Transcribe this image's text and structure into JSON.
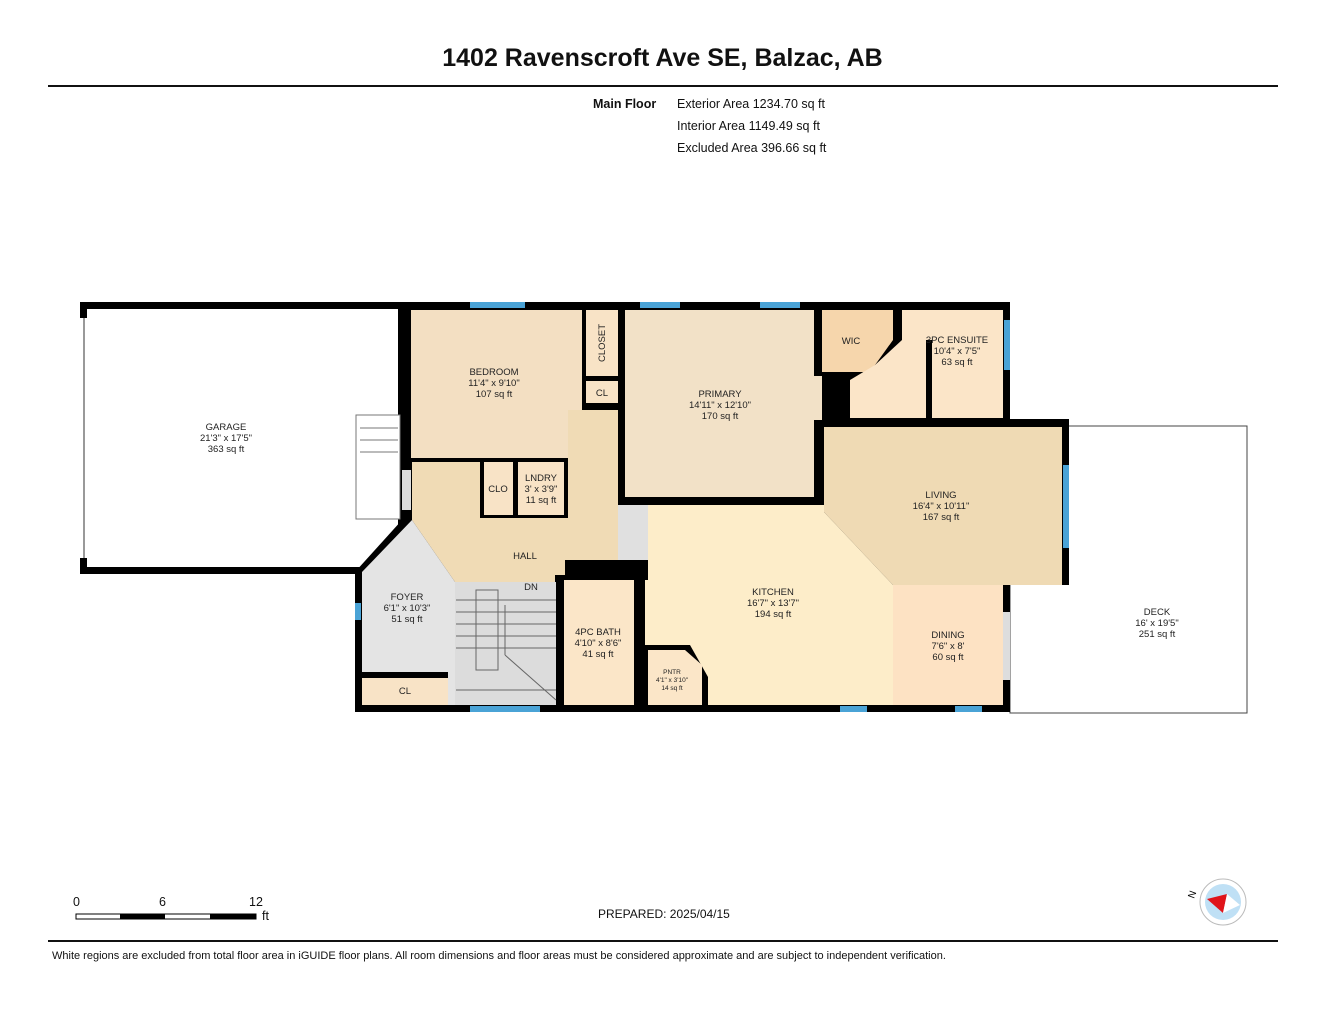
{
  "title": "1402 Ravenscroft Ave SE, Balzac, AB",
  "floor": {
    "label": "Main Floor",
    "exterior_area": "Exterior Area 1234.70 sq ft",
    "interior_area": "Interior Area 1149.49 sq ft",
    "excluded_area": "Excluded Area 396.66 sq ft"
  },
  "rooms": {
    "garage": {
      "name": "GARAGE",
      "dims": "21'3\" x 17'5\"",
      "area": "363 sq ft"
    },
    "bedroom": {
      "name": "BEDROOM",
      "dims": "11'4\" x 9'10\"",
      "area": "107 sq ft"
    },
    "closet": {
      "name": "CLOSET"
    },
    "cl_primary": {
      "name": "CL"
    },
    "primary": {
      "name": "PRIMARY",
      "dims": "14'11\" x 12'10\"",
      "area": "170 sq ft"
    },
    "wic": {
      "name": "WIC"
    },
    "ensuite": {
      "name": "3PC ENSUITE",
      "dims": "10'4\" x 7'5\"",
      "area": "63 sq ft"
    },
    "living": {
      "name": "LIVING",
      "dims": "16'4\" x 10'11\"",
      "area": "167 sq ft"
    },
    "clo": {
      "name": "CLO"
    },
    "laundry": {
      "name": "LNDRY",
      "dims": "3' x 3'9\"",
      "area": "11 sq ft"
    },
    "hall": {
      "name": "HALL"
    },
    "stairs": {
      "name": "DN"
    },
    "foyer": {
      "name": "FOYER",
      "dims": "6'1\" x 10'3\"",
      "area": "51 sq ft"
    },
    "cl_foyer": {
      "name": "CL"
    },
    "bath": {
      "name": "4PC BATH",
      "dims": "4'10\" x 8'6\"",
      "area": "41 sq ft"
    },
    "pantry": {
      "name": "PNTR",
      "dims": "4'1\" x 3'10\"",
      "area": "14 sq ft"
    },
    "kitchen": {
      "name": "KITCHEN",
      "dims": "16'7\" x 13'7\"",
      "area": "194 sq ft"
    },
    "dining": {
      "name": "DINING",
      "dims": "7'6\" x 8'",
      "area": "60 sq ft"
    },
    "deck": {
      "name": "DECK",
      "dims": "16' x 19'5\"",
      "area": "251 sq ft"
    }
  },
  "scale": {
    "ticks": [
      "0",
      "6",
      "12"
    ],
    "unit": "ft"
  },
  "compass": {
    "label": "N",
    "icon": "compass-icon"
  },
  "prepared": "PREPARED: 2025/04/15",
  "footer": "White regions are excluded from total floor area in iGUIDE floor plans. All room dimensions and floor areas must be considered approximate and are subject to independent verification.",
  "colors": {
    "wall": "#000000",
    "window": "#4aa3d6",
    "bedroom": "#f3dfc2",
    "living": "#f0dbb6",
    "kitchen": "#fdeecb",
    "foyer": "#e4e4e4"
  }
}
